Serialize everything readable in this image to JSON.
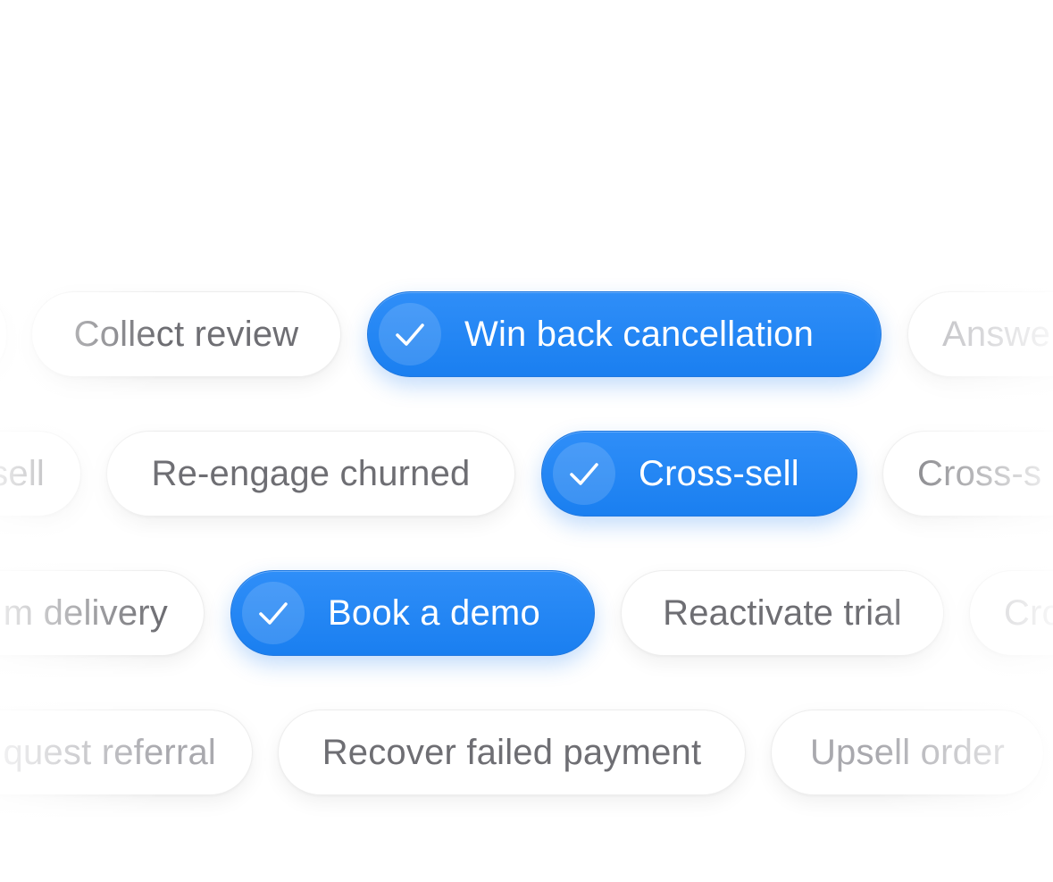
{
  "colors": {
    "selected": "#1a7ff0",
    "chip_text": "#6e6e73",
    "chip_bg": "#ffffff",
    "check": "#ffffff"
  },
  "rows": [
    {
      "chips": [
        {
          "label": "",
          "selected": false,
          "icon": null
        },
        {
          "label": "Collect review",
          "selected": false,
          "icon": null
        },
        {
          "label": "Win back cancellation",
          "selected": true,
          "icon": "checkmark-icon"
        },
        {
          "label": "Answe",
          "selected": false,
          "icon": null
        }
      ]
    },
    {
      "chips": [
        {
          "label": "sell",
          "selected": false,
          "icon": null
        },
        {
          "label": "Re-engage churned",
          "selected": false,
          "icon": null
        },
        {
          "label": "Cross-sell",
          "selected": true,
          "icon": "checkmark-icon"
        },
        {
          "label": "Cross-s",
          "selected": false,
          "icon": null
        }
      ]
    },
    {
      "chips": [
        {
          "label": "m delivery",
          "selected": false,
          "icon": null
        },
        {
          "label": "Book a demo",
          "selected": true,
          "icon": "checkmark-icon"
        },
        {
          "label": "Reactivate trial",
          "selected": false,
          "icon": null
        },
        {
          "label": "Cro",
          "selected": false,
          "icon": null
        }
      ]
    },
    {
      "chips": [
        {
          "label": "quest referral",
          "selected": false,
          "icon": null
        },
        {
          "label": "Recover failed payment",
          "selected": false,
          "icon": null
        },
        {
          "label": "Upsell order",
          "selected": false,
          "icon": null
        }
      ]
    }
  ]
}
